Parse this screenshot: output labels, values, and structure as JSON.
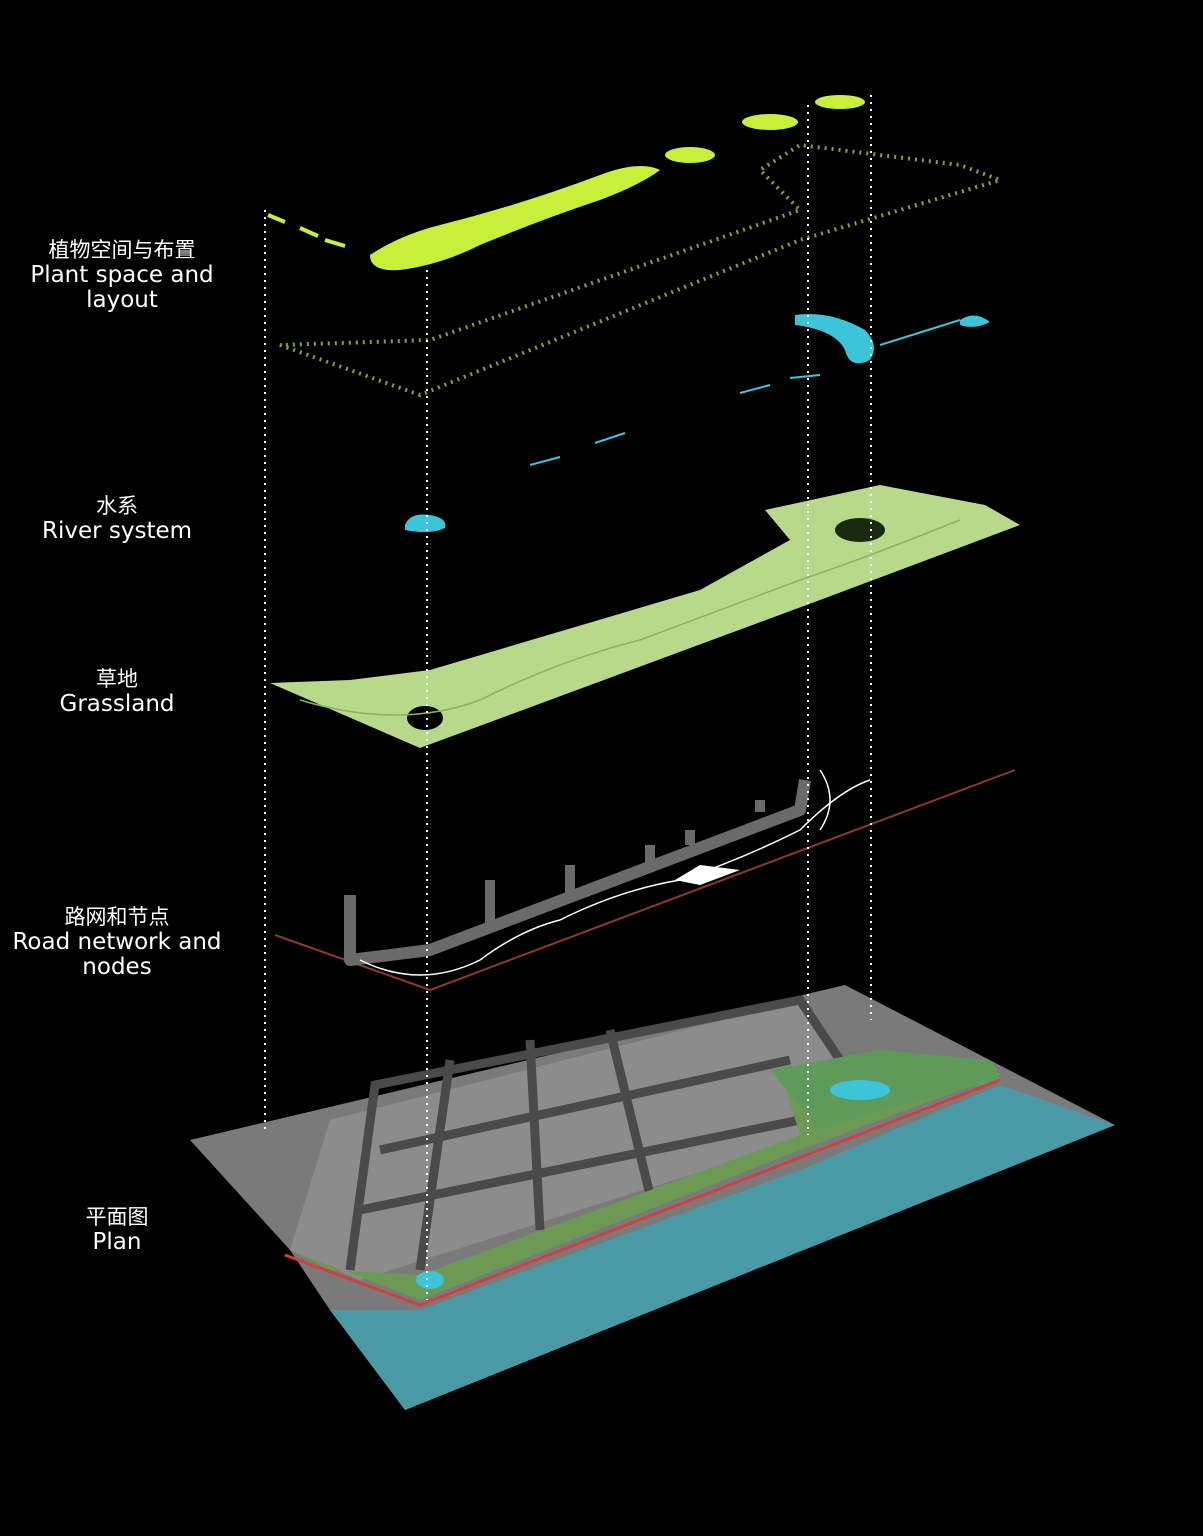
{
  "layers": [
    {
      "zh": "植物空间与布置",
      "en": "Plant space and layout"
    },
    {
      "zh": "水系",
      "en": "River system"
    },
    {
      "zh": "草地",
      "en": "Grassland"
    },
    {
      "zh": "路网和节点",
      "en": "Road network and nodes"
    },
    {
      "zh": "平面图",
      "en": "Plan"
    }
  ],
  "colors": {
    "background": "#000000",
    "plant": "#c8f03a",
    "water": "#3cc4d8",
    "grass": "#b9d98a",
    "road": "#6a6a6a",
    "river": "#4a9aa5",
    "guide": "#ffffff"
  }
}
